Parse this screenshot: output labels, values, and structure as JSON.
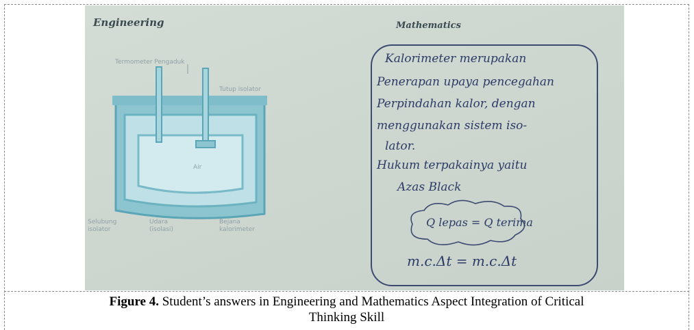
{
  "photo": {
    "engineering_heading": "Engineering",
    "mathematics_heading": "Mathematics",
    "diagram_labels": {
      "top": "Termometer Pengaduk",
      "lid": "Tutup isolator",
      "water": "Air",
      "bottom_left": "Selubung isolator",
      "bottom_mid": "Udara (isolasi)",
      "bottom_right": "Bejana kalorimeter"
    },
    "handwriting": {
      "line1": "Kalorimeter merupakan",
      "line2": "Penerapan upaya pencegahan",
      "line3": "Perpindahan kalor, dengan",
      "line4": "menggunakan sistem iso-",
      "line5": "lator.",
      "line6": "Hukum terpakainya yaitu",
      "line7": "Azas Black",
      "cloud": "Q lepas = Q terima",
      "formula": "m.c.Δt = m.c.Δt"
    }
  },
  "caption": {
    "label": "Figure 4.",
    "text_line1": " Student’s answers in Engineering and Mathematics Aspect Integration of Critical",
    "text_line2": "Thinking Skill"
  }
}
